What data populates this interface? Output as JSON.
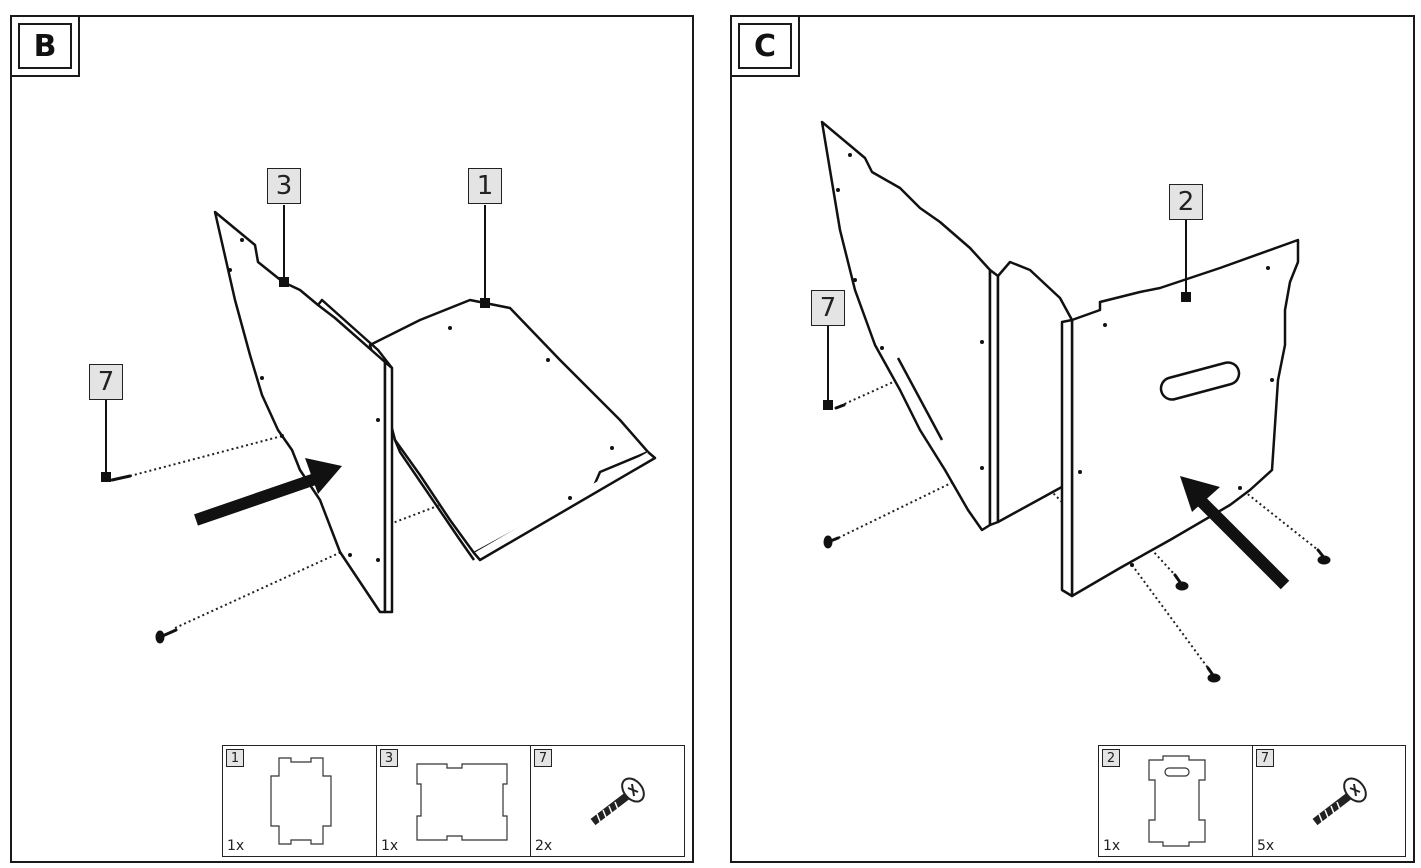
{
  "steps": [
    {
      "letter": "B",
      "callouts": [
        "3",
        "1",
        "7"
      ],
      "parts": [
        {
          "num": "1",
          "qty": "1x",
          "icon": "panel-1-icon"
        },
        {
          "num": "3",
          "qty": "1x",
          "icon": "panel-3-icon"
        },
        {
          "num": "7",
          "qty": "2x",
          "icon": "screw-icon"
        }
      ]
    },
    {
      "letter": "C",
      "callouts": [
        "2",
        "7"
      ],
      "parts": [
        {
          "num": "2",
          "qty": "1x",
          "icon": "panel-2-icon"
        },
        {
          "num": "7",
          "qty": "5x",
          "icon": "screw-icon"
        }
      ]
    }
  ]
}
